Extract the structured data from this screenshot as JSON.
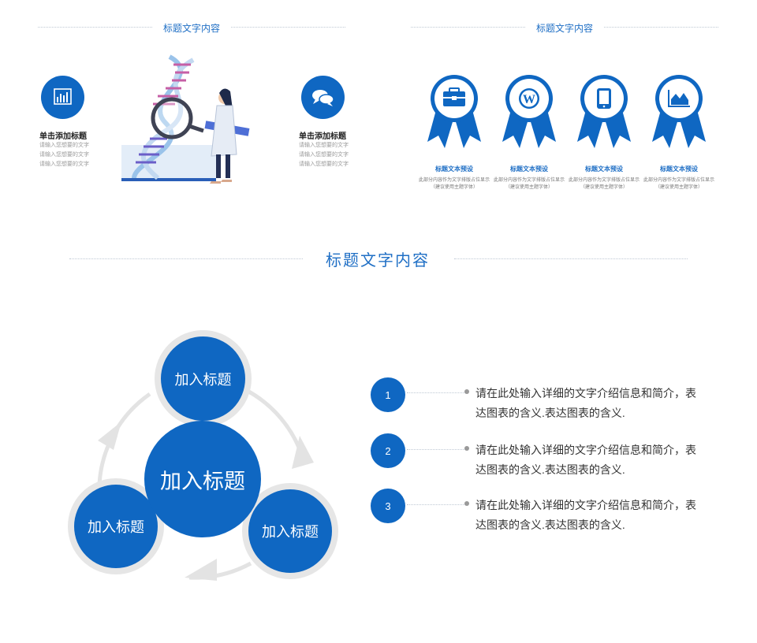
{
  "section1": {
    "title": "标题文字内容",
    "left_feature": {
      "title": "单击添加标题",
      "lines": [
        "请输入您想要的文字",
        "请输入您想要的文字",
        "请输入您想要的文字"
      ],
      "icon": "bar-chart-icon"
    },
    "right_feature": {
      "title": "单击添加标题",
      "lines": [
        "请输入您想要的文字",
        "请输入您想要的文字",
        "请输入您想要的文字"
      ],
      "icon": "chat-bubbles-icon"
    }
  },
  "section2": {
    "title": "标题文字内容",
    "badges": [
      {
        "icon": "briefcase-icon",
        "title": "标题文本预设",
        "desc1": "此部分内容作为文字排版占位显示",
        "desc2": "（建议使用主题字体）"
      },
      {
        "icon": "wordpress-icon",
        "title": "标题文本预设",
        "desc1": "此部分内容作为文字排版占位显示",
        "desc2": "（建议使用主题字体）"
      },
      {
        "icon": "tablet-icon",
        "title": "标题文本预设",
        "desc1": "此部分内容作为文字排版占位显示",
        "desc2": "（建议使用主题字体）"
      },
      {
        "icon": "area-chart-icon",
        "title": "标题文本预设",
        "desc1": "此部分内容作为文字排版占位显示",
        "desc2": "（建议使用主题字体）"
      }
    ]
  },
  "section3": {
    "title": "标题文字内容",
    "center": "加入标题",
    "nodes": [
      "加入标题",
      "加入标题",
      "加入标题"
    ],
    "items": [
      {
        "num": "1",
        "text": "请在此处输入详细的文字介绍信息和简介，表达图表的含义.表达图表的含义."
      },
      {
        "num": "2",
        "text": "请在此处输入详细的文字介绍信息和简介，表达图表的含义.表达图表的含义."
      },
      {
        "num": "3",
        "text": "请在此处输入详细的文字介绍信息和简介，表达图表的含义.表达图表的含义."
      }
    ]
  },
  "colors": {
    "primary": "#0f67c2",
    "title": "#1f6fc5",
    "ring": "#e6e6e6"
  }
}
